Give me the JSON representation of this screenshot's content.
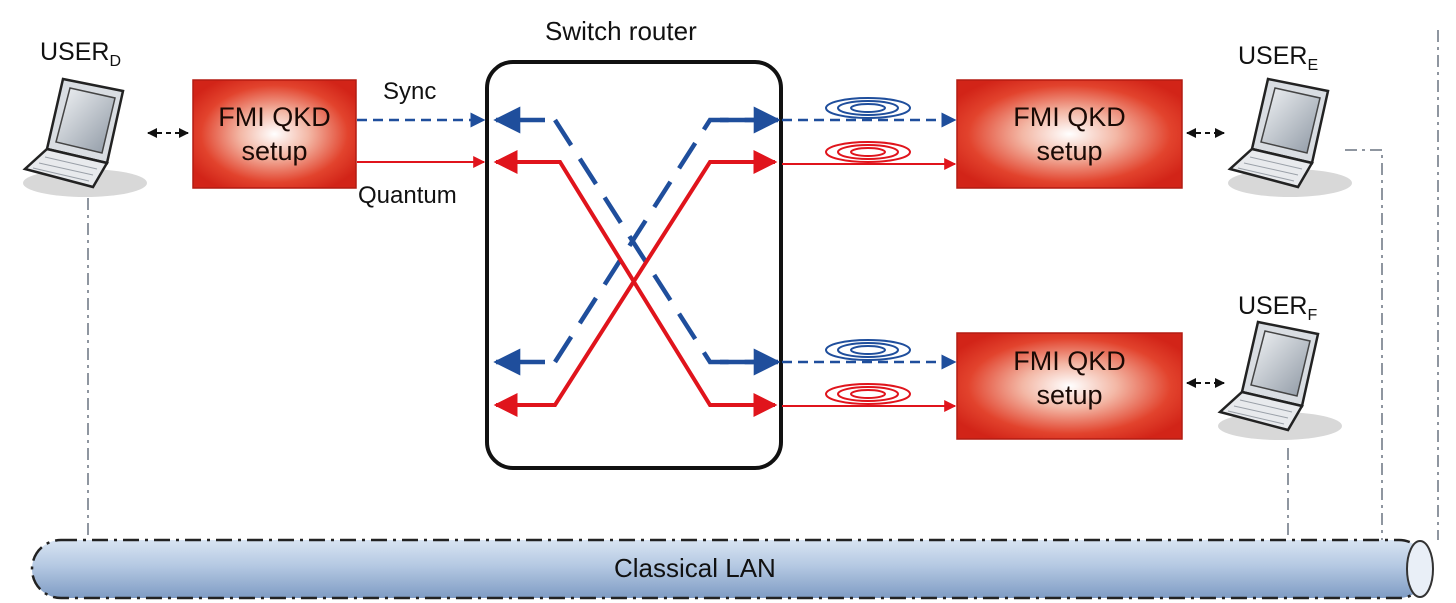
{
  "diagram": {
    "router_label": "Switch router",
    "sync_label": "Sync",
    "quantum_label": "Quantum",
    "lan_label": "Classical LAN",
    "qkd_box": {
      "line1": "FMI QKD",
      "line2": "setup"
    },
    "users": [
      {
        "name": "USER",
        "sub": "D"
      },
      {
        "name": "USER",
        "sub": "E"
      },
      {
        "name": "USER",
        "sub": "F"
      }
    ]
  },
  "colors": {
    "sync_blue": "#1f4e9c",
    "quantum_red": "#e0141c",
    "box_red": "#d9261c",
    "lan_blue": "#9fb7d6"
  }
}
